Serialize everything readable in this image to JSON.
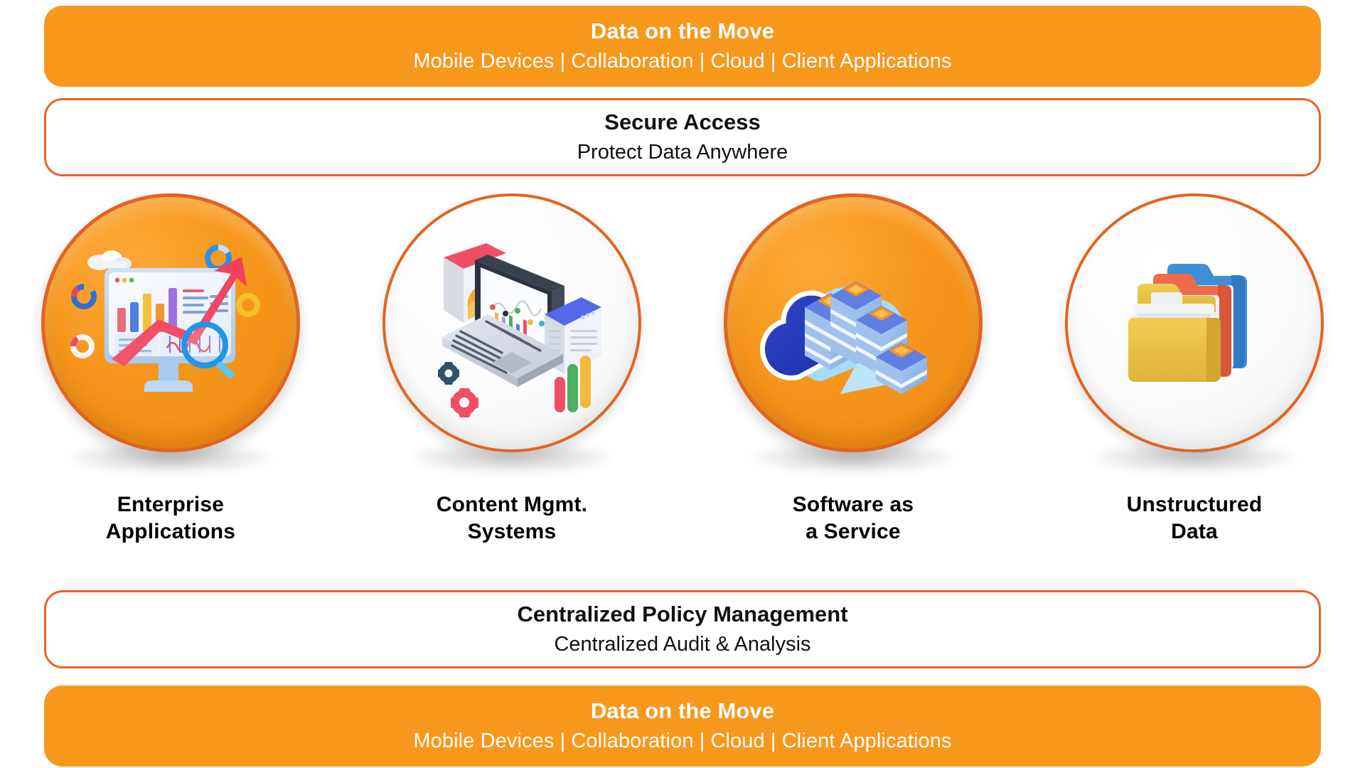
{
  "colors": {
    "orange_fill": "#F7981D",
    "orange_border": "#E2641F",
    "outline_border": "#E8622A",
    "text_dark": "#000000",
    "text_light": "#FFFFFF",
    "page_background": "#FFFFFF"
  },
  "top_band": {
    "title": "Data on the Move",
    "subtitle": "Mobile Devices  |  Collaboration  |  Cloud  |  Client Applications"
  },
  "secure_band": {
    "title": "Secure Access",
    "subtitle": "Protect Data Anywhere"
  },
  "policy_band": {
    "title": "Centralized Policy Management",
    "subtitle": "Centralized Audit & Analysis"
  },
  "bottom_band": {
    "title": "Data on the Move",
    "subtitle": "Mobile Devices  |  Collaboration  |  Cloud  |  Client Applications"
  },
  "pillars": [
    {
      "label_line1": "Enterprise",
      "label_line2": "Applications",
      "icon": "analytics-monitor-icon",
      "badge_style": "orange"
    },
    {
      "label_line1": "Content Mgmt.",
      "label_line2": "Systems",
      "icon": "laptop-dashboard-icon",
      "badge_style": "white"
    },
    {
      "label_line1": "Software as",
      "label_line2": "a Service",
      "icon": "cloud-servers-icon",
      "badge_style": "orange"
    },
    {
      "label_line1": "Unstructured",
      "label_line2": "Data",
      "icon": "folders-stack-icon",
      "badge_style": "white"
    }
  ]
}
